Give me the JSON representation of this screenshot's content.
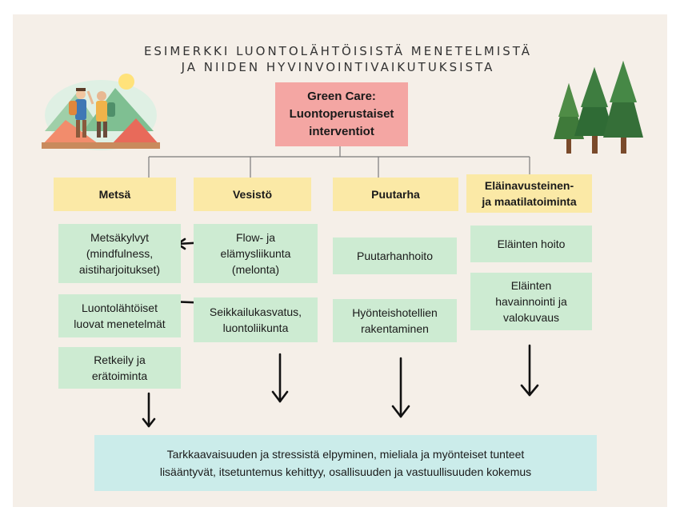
{
  "title": {
    "line1": "ESIMERKKI LUONTOLÄHTÖISISTÄ MENETELMISTÄ",
    "line2": "JA NIIDEN HYVINVOINTIVAIKUTUKSISTA"
  },
  "root": [
    "Green Care:",
    "Luontoperustaiset",
    "interventiot"
  ],
  "categories": {
    "metsa": [
      "Metsä"
    ],
    "vesisto": [
      "Vesistö"
    ],
    "puutarha": [
      "Puutarha"
    ],
    "elain": [
      "Eläinavusteinen-",
      "ja maatilatoiminta"
    ]
  },
  "items": {
    "metsakylvyt": [
      "Metsäkylvyt",
      "(mindfulness,",
      "aistiharjoitukset)"
    ],
    "luovat": [
      "Luontolähtöiset",
      "luovat menetelmät"
    ],
    "retkeily": [
      "Retkeily ja",
      "erätoiminta"
    ],
    "flow": [
      "Flow- ja",
      "elämysliikunta",
      "(melonta)"
    ],
    "seikkailu": [
      "Seikkailukasvatus,",
      "luontoliikunta"
    ],
    "puutarhanhoito": [
      "Puutarhanhoito"
    ],
    "hyonteis": [
      "Hyönteishotellien",
      "rakentaminen"
    ],
    "hoito": [
      "Eläinten hoito"
    ],
    "havainnointi": [
      "Eläinten",
      "havainnointi ja",
      "valokuvaus"
    ]
  },
  "outcome": [
    "Tarkkaavaisuuden ja stressistä elpyminen, mieliala ja myönteiset tunteet",
    "lisääntyvät, itsetuntemus kehittyy, osallisuuden ja vastuullisuuden kokemus"
  ],
  "colors": {
    "background": "#f5efe8",
    "root": "#f4a6a3",
    "category": "#fbe9a6",
    "item": "#cdebd2",
    "outcome": "#cbecea"
  },
  "decorations": [
    "hikers-illustration",
    "forest-trees-illustration"
  ]
}
